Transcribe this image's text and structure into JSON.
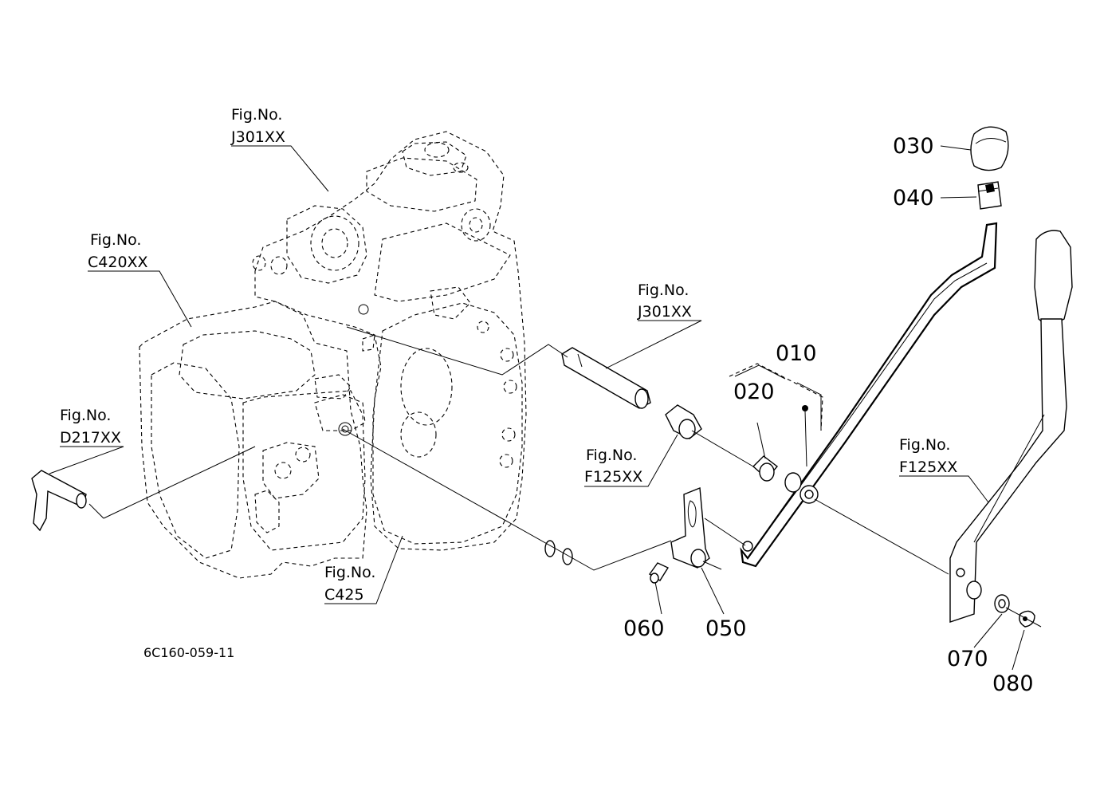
{
  "diagram_code": "6C160-059-11",
  "figure_refs": {
    "j301_top": {
      "line1": "Fig.No.",
      "line2": "J301XX"
    },
    "c420": {
      "line1": "Fig.No.",
      "line2": "C420XX"
    },
    "d217": {
      "line1": "Fig.No.",
      "line2": "D217XX"
    },
    "c425": {
      "line1": "Fig.No.",
      "line2": "C425"
    },
    "j301_mid": {
      "line1": "Fig.No.",
      "line2": "J301XX"
    },
    "f125_mid": {
      "line1": "Fig.No.",
      "line2": "F125XX"
    },
    "f125_right": {
      "line1": "Fig.No.",
      "line2": "F125XX"
    }
  },
  "part_numbers": {
    "p010": "010",
    "p020": "020",
    "p030": "030",
    "p040": "040",
    "p050": "050",
    "p060": "060",
    "p070": "070",
    "p080": "080"
  }
}
